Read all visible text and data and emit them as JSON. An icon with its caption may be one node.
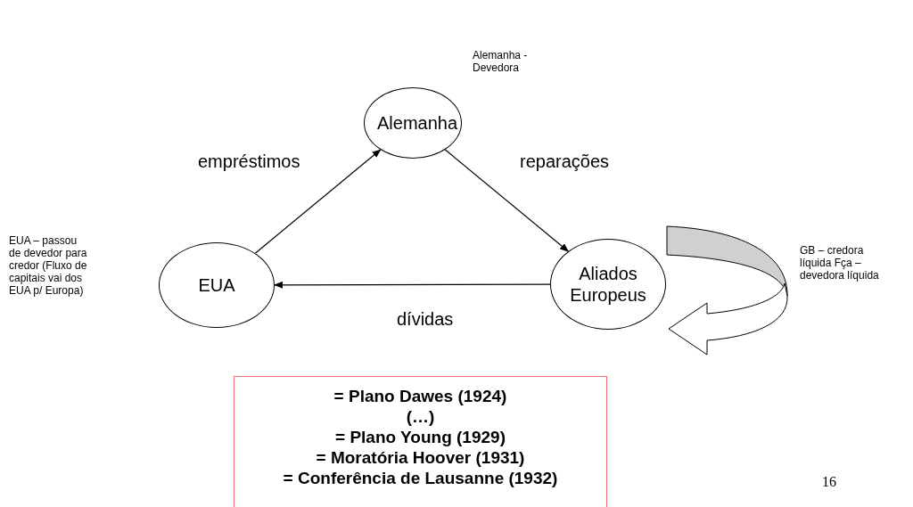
{
  "diagram": {
    "nodes": [
      {
        "text": [
          "Alemanha"
        ],
        "beside": [
          "Alemanha - Devedora"
        ]
      },
      {
        "text": [
          "EUA"
        ]
      },
      {
        "text": [
          "Aliados Europeus"
        ]
      },
      {
        "text": [
          "= Plano Dawes (1924)",
          "(…)",
          "= Plano Young (1929)",
          "= Moratória Hoover (1931)",
          "= Conferência de Lausanne (1932)"
        ]
      }
    ],
    "edges": [
      {
        "from": 1,
        "to": 0,
        "arrow": "to",
        "label": "empréstimos"
      },
      {
        "from": 0,
        "to": 2,
        "arrow": "to",
        "label": "reparações"
      },
      {
        "from": 2,
        "to": 1,
        "arrow": "to",
        "label": "dívidas"
      }
    ],
    "labels": [
      "EUA – passou de devedor para credor (Fluxo de capitais vai dos EUA p/ Europa)",
      "GB – credora líquida Fça – devedora líquida",
      "16"
    ]
  }
}
